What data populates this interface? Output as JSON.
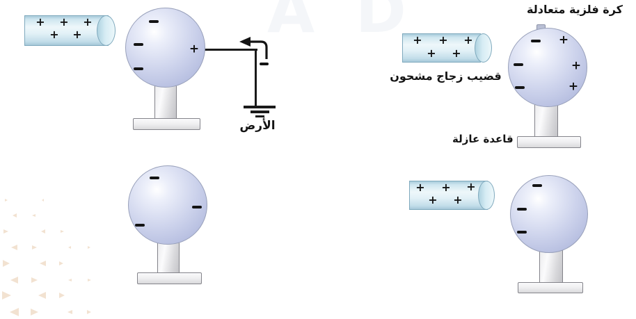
{
  "watermark": {
    "text": "A D"
  },
  "symbols": {
    "plus": "+",
    "minus": "−"
  },
  "labels": {
    "neutral_metal_sphere": "كرة فلزية متعادلة",
    "charged_glass_rod": "قضيب زجاج مشحون",
    "insulating_base": "قاعدة عازلة",
    "ground": "الأرض"
  },
  "panels": {
    "top_left": {
      "rod_positive_charges": 5,
      "sphere_negative_charges": 3,
      "sphere_positive_charges": 1,
      "grounded": true
    },
    "top_right": {
      "rod_positive_charges": 5,
      "sphere_negative_charges": 3,
      "sphere_positive_charges": 3
    },
    "bottom_left": {
      "sphere_negative_charges": 3
    },
    "bottom_right": {
      "rod_positive_charges": 5,
      "sphere_negative_charges": 3
    }
  },
  "colors": {
    "sphere": "#c9cfe9",
    "rod": "#d8ecf4",
    "charge": "#141414",
    "watermark": "#f4f6f9",
    "triangle_pattern": "#f2e2d1",
    "background": "#ffffff"
  }
}
